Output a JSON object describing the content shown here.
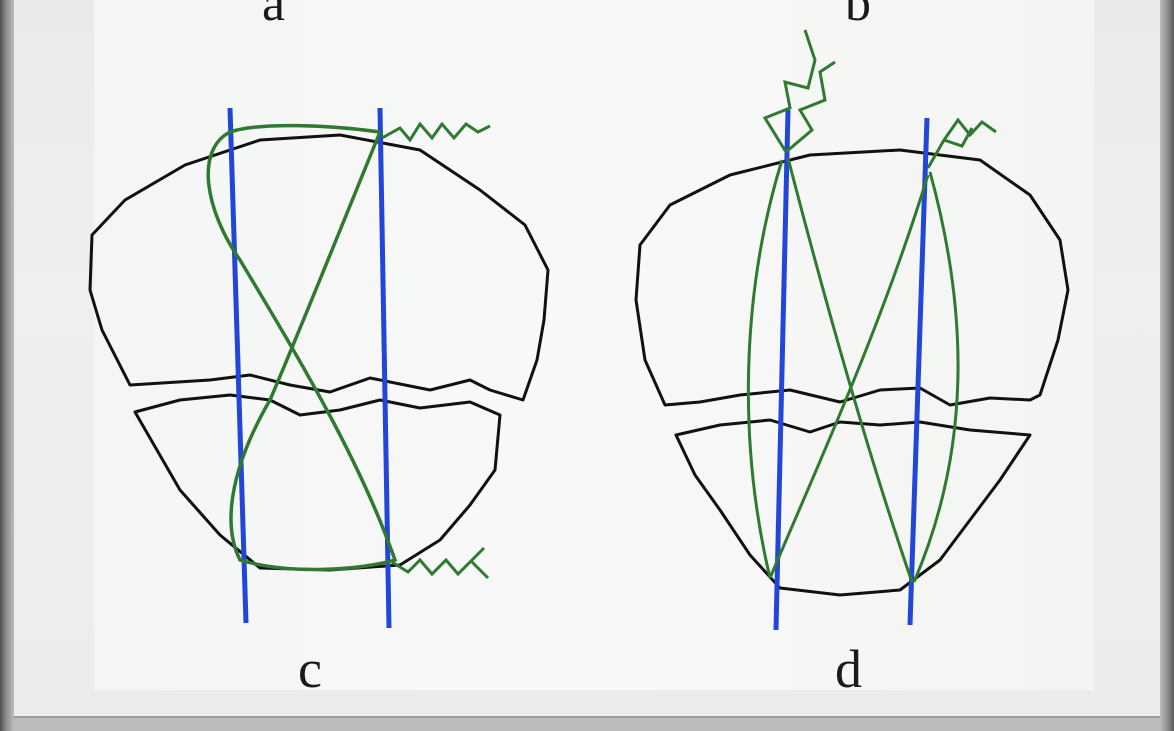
{
  "panels": [
    {
      "id": "c",
      "label": "c",
      "stroke_color": "#2f7a30",
      "guide_color": "#2146d8",
      "outline_color": "#111111"
    },
    {
      "id": "d",
      "label": "d",
      "stroke_color": "#2f7a30",
      "guide_color": "#2146d8",
      "outline_color": "#111111"
    }
  ],
  "top_cut_labels": [
    "a",
    "b"
  ]
}
